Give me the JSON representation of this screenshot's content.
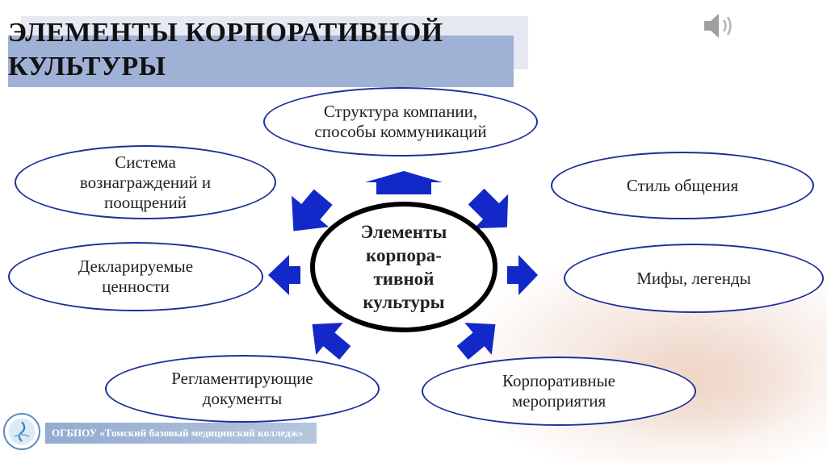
{
  "title": "ЭЛЕМЕНТЫ КОРПОРАТИВНОЙ КУЛЬТУРЫ",
  "center_label": "Элементы корпора-тивной культуры",
  "nodes": {
    "structure": "Структура компании, способы коммуникаций",
    "communication_style": "Стиль общения",
    "myths": "Мифы, легенды",
    "events": "Корпоративные мероприятия",
    "documents": "Регламентирующие документы",
    "values": "Декларируемые ценности",
    "rewards": "Система вознаграждений и поощрений"
  },
  "footer": {
    "text": "ОГБПОУ «Томский базовый медицинский колледж»"
  },
  "colors": {
    "arrow": "#1228c8",
    "ellipse_border": "#1c2f9a",
    "title_band": "#9fb1d5"
  },
  "icons": [
    "speaker-icon",
    "college-logo-icon"
  ]
}
